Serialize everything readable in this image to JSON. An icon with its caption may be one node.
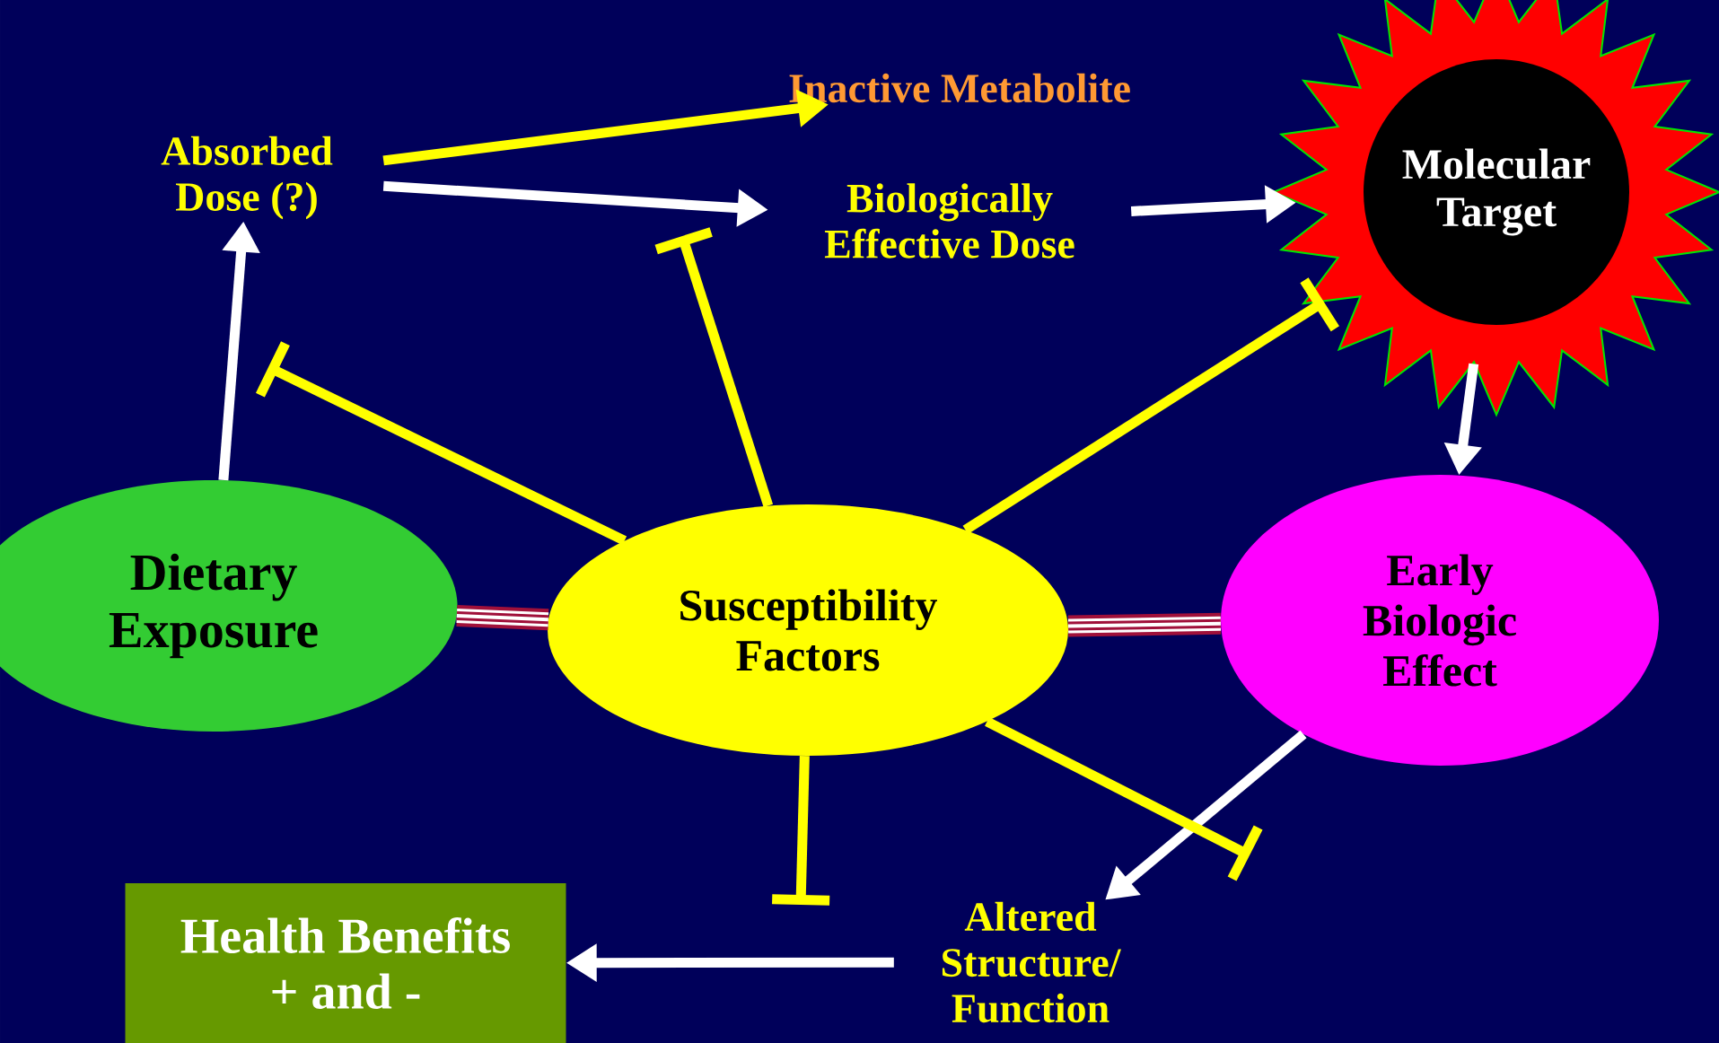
{
  "diagram": {
    "nodes": [
      {
        "text": [
          "Dietary Exposure"
        ]
      },
      {
        "text": [
          "Absorbed Dose (?)"
        ]
      },
      {
        "text": [
          "Inactive Metabolite"
        ]
      },
      {
        "text": [
          "Biologically Effective Dose"
        ]
      },
      {
        "text": [
          "Molecular Target"
        ]
      },
      {
        "text": [
          "Susceptibility Factors"
        ]
      },
      {
        "text": [
          "Early Biologic Effect"
        ]
      },
      {
        "text": [
          "Health Benefits + and -"
        ]
      },
      {
        "text": [
          "Altered Structure/ Function"
        ]
      }
    ],
    "edges": [
      {
        "from": 0,
        "to": 1,
        "arrow": "to"
      },
      {
        "from": 1,
        "to": 3,
        "arrow": "to"
      },
      {
        "from": 1,
        "to": 2,
        "arrow": "to",
        "color": "#ffff00"
      },
      {
        "from": 3,
        "to": 4,
        "arrow": "to"
      },
      {
        "from": 4,
        "to": 6,
        "arrow": "to"
      },
      {
        "from": 6,
        "to": 8,
        "arrow": "to"
      },
      {
        "from": 8,
        "to": 7,
        "arrow": "to"
      },
      {
        "from": 0,
        "to": 5,
        "arrow": "none",
        "style": "thick",
        "color": "#a0103a"
      },
      {
        "from": 5,
        "to": 6,
        "arrow": "none",
        "style": "thick",
        "color": "#a0103a"
      },
      {
        "from": 5,
        "to": null,
        "arrow": "other",
        "color": "#ffff00"
      },
      {
        "from": 5,
        "to": null,
        "arrow": "other",
        "color": "#ffff00"
      },
      {
        "from": 5,
        "to": 4,
        "arrow": "other",
        "color": "#ffff00"
      },
      {
        "from": 5,
        "to": null,
        "arrow": "other",
        "color": "#ffff00"
      },
      {
        "from": 5,
        "to": null,
        "arrow": "other",
        "color": "#ffff00"
      }
    ]
  }
}
